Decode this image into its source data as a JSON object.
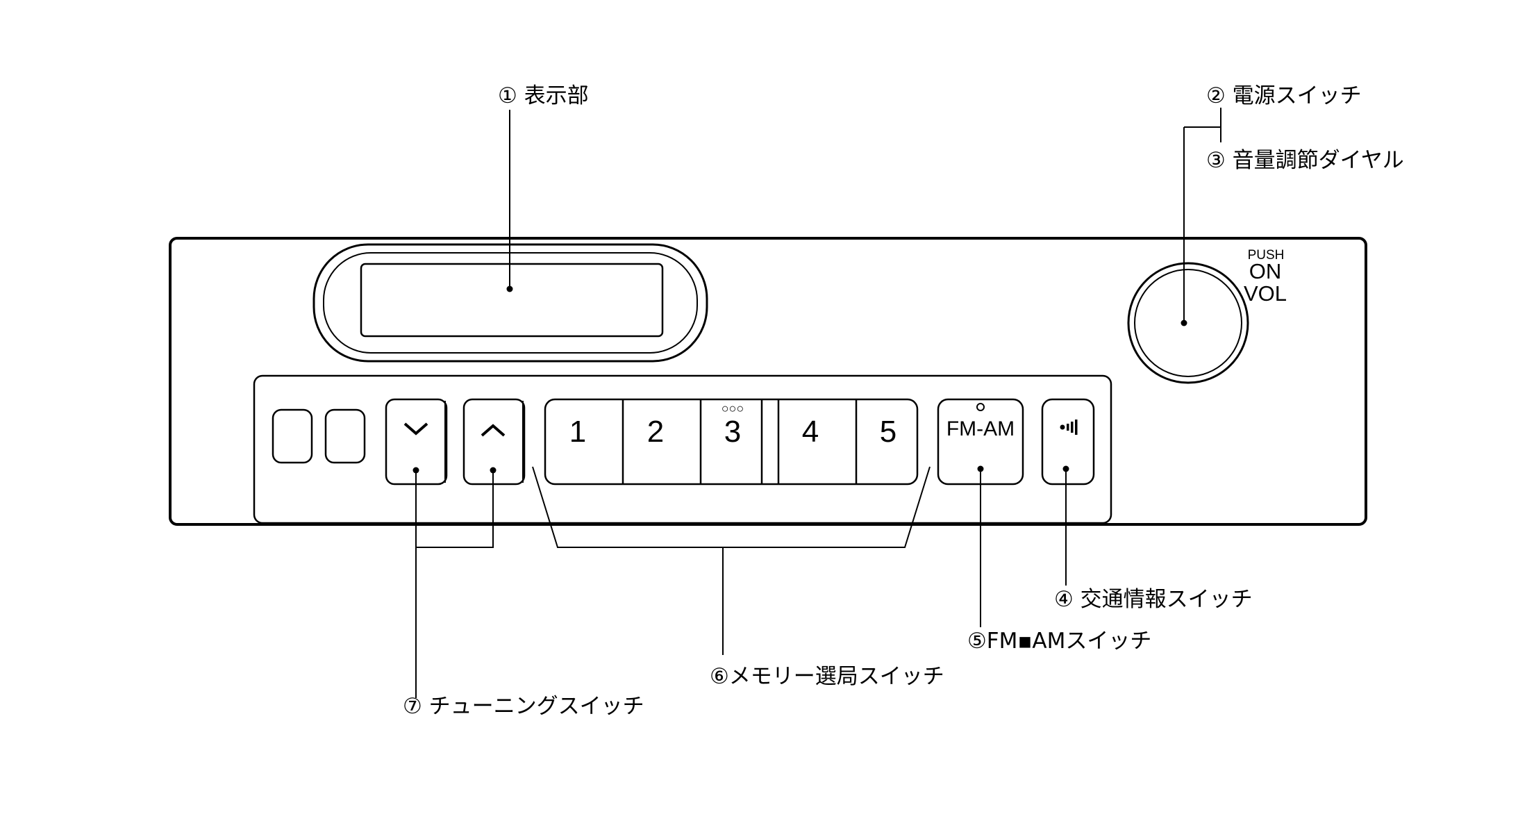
{
  "callouts": {
    "display": "① 表示部",
    "power_switch": "② 電源スイッチ",
    "volume_dial": "③ 音量調節ダイヤル",
    "traffic_info": "④ 交通情報スイッチ",
    "fm_am": "⑤FM▪AMスイッチ",
    "memory_select": "⑥メモリー選局スイッチ",
    "tuning": "⑦ チューニングスイッチ"
  },
  "knob_label": {
    "push": "PUSH",
    "on": "ON",
    "vol": "VOL"
  },
  "preset_buttons": [
    "1",
    "2",
    "3",
    "4",
    "5"
  ],
  "preset_3_marker": "○○○",
  "fm_am_label": "FM-AM",
  "icons": {
    "tune_down": "chevron-down-icon",
    "tune_up": "chevron-up-icon",
    "traffic": "traffic-info-icon"
  }
}
